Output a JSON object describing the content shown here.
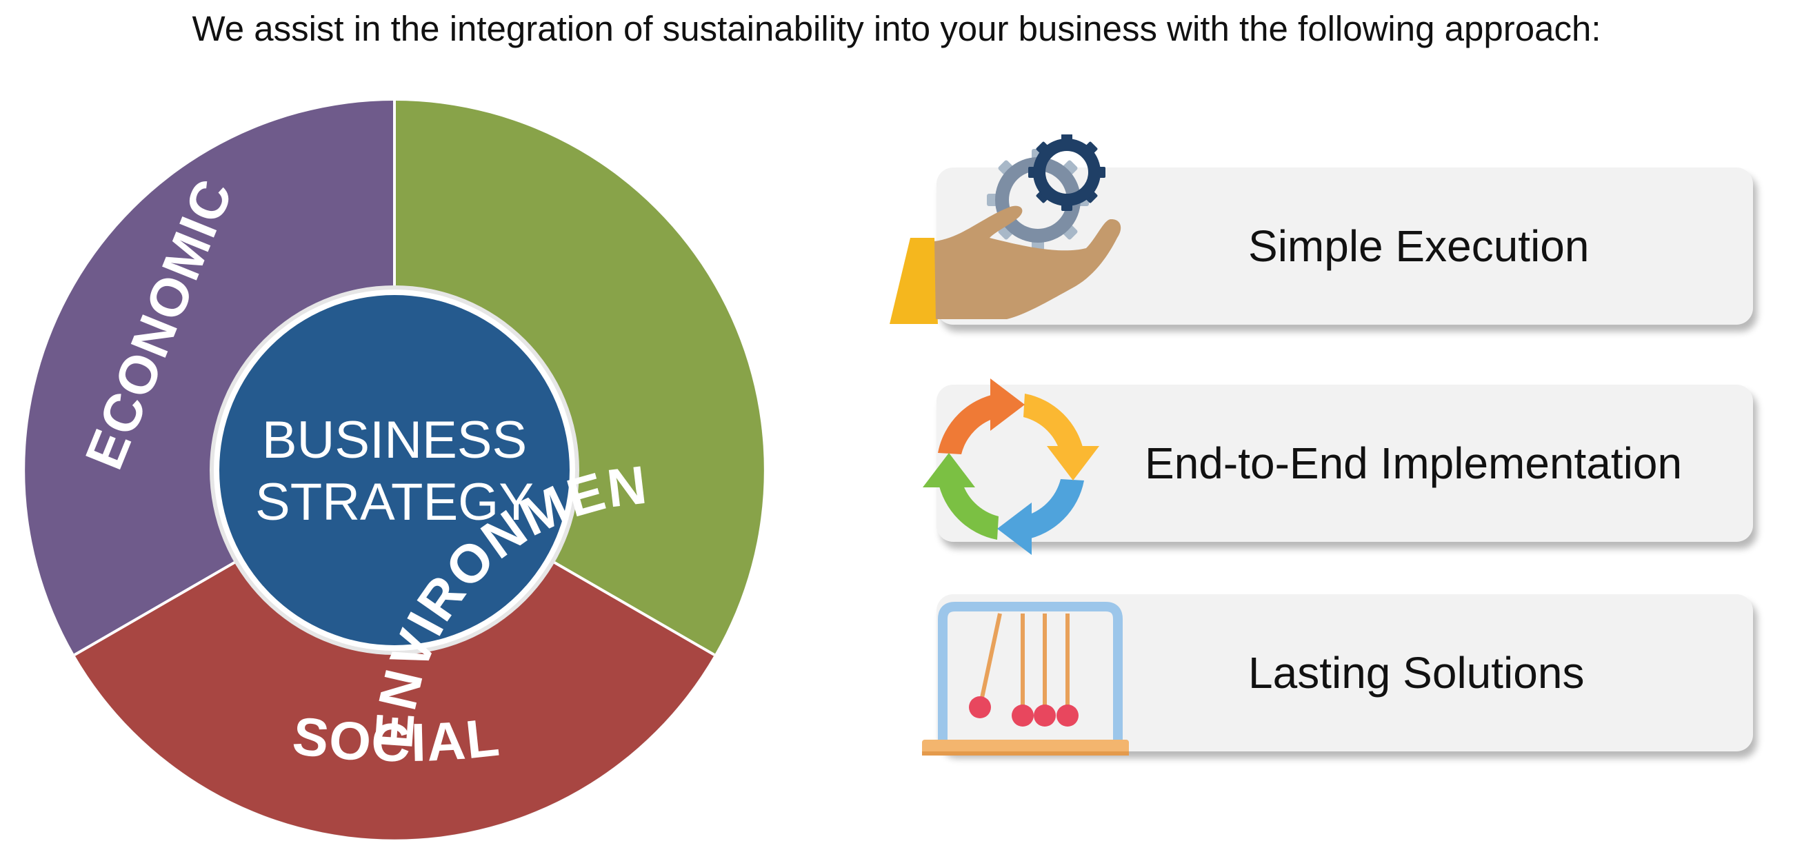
{
  "headline": "We assist in the integration of sustainability into your business with the following approach:",
  "wheel": {
    "segments": [
      {
        "label": "ECONOMIC",
        "color": "#6f5b8b"
      },
      {
        "label": "ENVIRONMENTAL",
        "color": "#88a349"
      },
      {
        "label": "SOCIAL",
        "color": "#a84642"
      }
    ],
    "hub": {
      "line1": "BUSINESS",
      "line2": "STRATEGY",
      "color": "#255a8e"
    }
  },
  "approach": [
    {
      "label": "Simple Execution",
      "icon": "hand-with-gears-icon"
    },
    {
      "label": "End-to-End Implementation",
      "icon": "cycle-arrows-icon"
    },
    {
      "label": "Lasting Solutions",
      "icon": "newtons-cradle-icon"
    }
  ]
}
